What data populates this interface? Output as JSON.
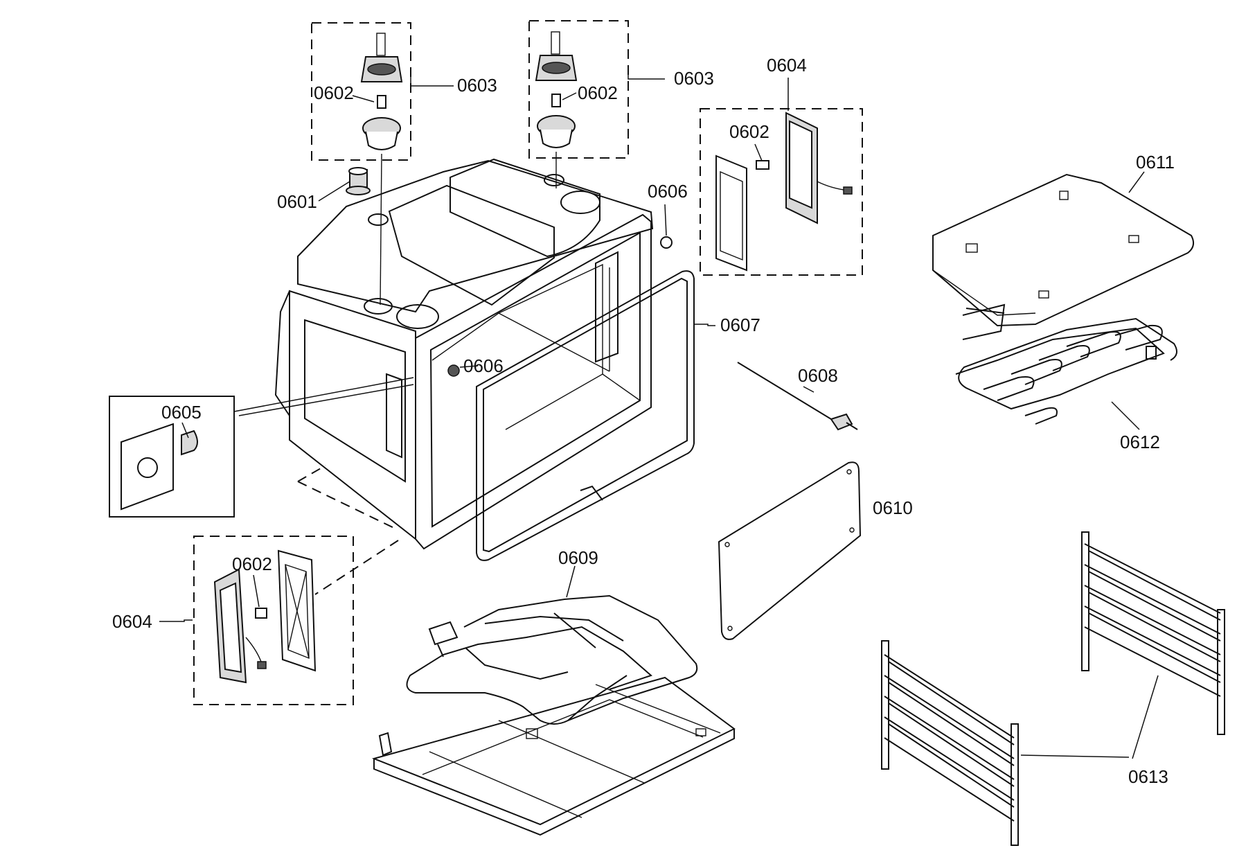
{
  "labels": {
    "p0601": "0601",
    "p0602": "0602",
    "p0603": "0603",
    "p0604": "0604",
    "p0605": "0605",
    "p0606": "0606",
    "p0607": "0607",
    "p0608": "0608",
    "p0609": "0609",
    "p0610": "0610",
    "p0611": "0611",
    "p0612": "0612",
    "p0613": "0613"
  },
  "colors": {
    "line": "#111111",
    "background": "#ffffff"
  }
}
